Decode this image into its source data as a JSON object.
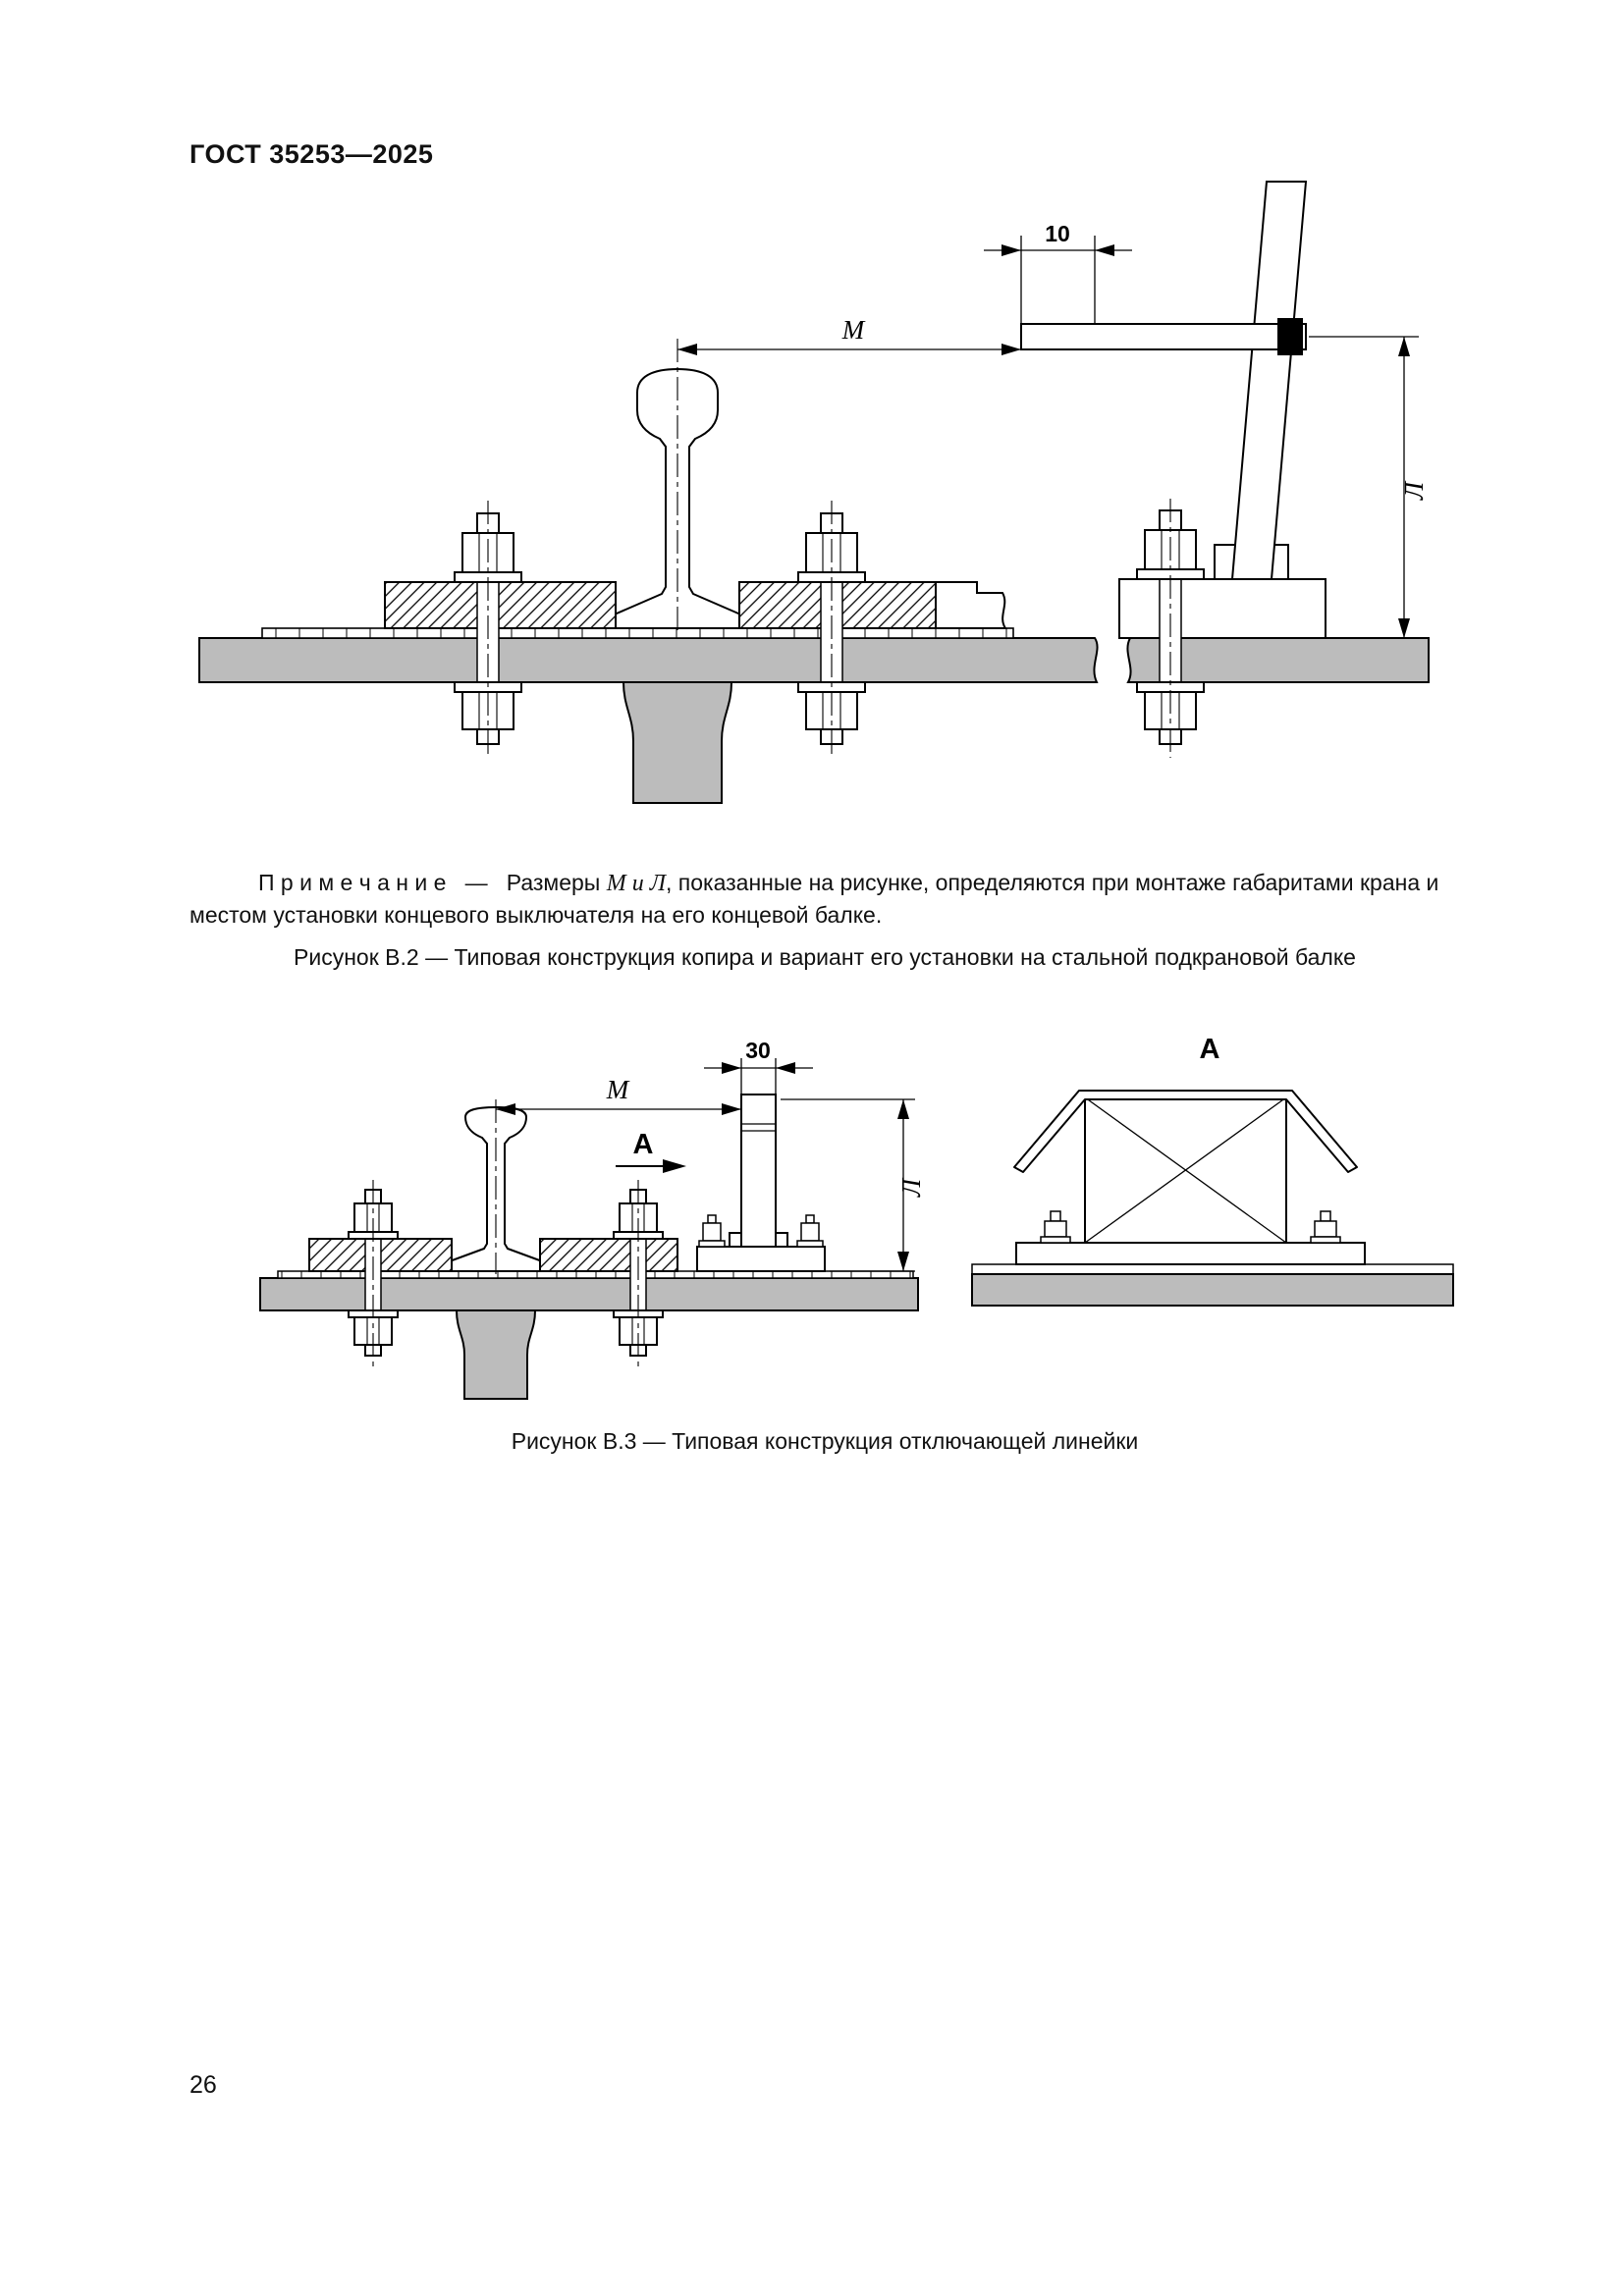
{
  "page": {
    "header": "ГОСТ 35253—2025",
    "page_number": "26"
  },
  "note": {
    "label": "П р и м е ч а н и е",
    "dash": "—",
    "text_before": "Размеры ",
    "text_italic": "М и Л",
    "text_after": ", показанные на рисунке, определяются при монтаже габаритами крана и местом установки концевого выключателя на его концевой балке."
  },
  "figure_b2": {
    "dims": {
      "d10": "10",
      "m": "М",
      "l": "Л"
    },
    "caption": "Рисунок В.2 — Типовая конструкция копира и вариант его установки на стальной подкрановой балке"
  },
  "figure_b3": {
    "dims": {
      "d30": "30",
      "m": "М",
      "l": "Л"
    },
    "view_arrow": "А",
    "view_title": "А",
    "caption": "Рисунок В.3 — Типовая конструкция отключающей линейки"
  }
}
